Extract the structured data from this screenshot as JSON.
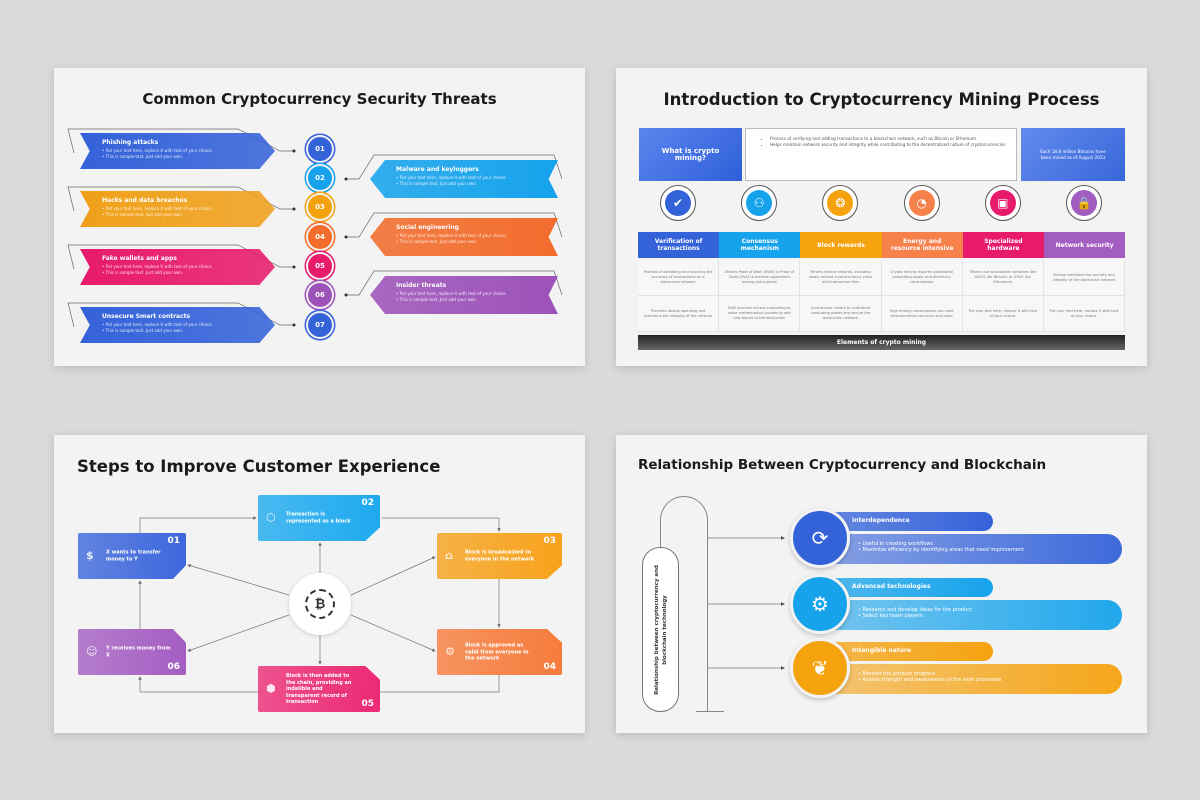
{
  "colors": {
    "blue": "#3462d9",
    "cyan": "#16a3ec",
    "yellow": "#f5a20f",
    "orange": "#f26c2c",
    "pink": "#e81a6c",
    "purple": "#9d52b9",
    "dark": "#3a3a3a"
  },
  "slide1": {
    "title": "Common Cryptocurrency Security Threats",
    "left": [
      {
        "title": "Phishing attacks",
        "bullets": [
          "Put your text here, replace it with text of your choice.",
          "This is sample text. Just add your own."
        ],
        "color": "#3462d9"
      },
      {
        "title": "Hacks and data breaches",
        "bullets": [
          "Put your text here, replace it with text of your choice.",
          "This is sample text. Just add your own."
        ],
        "color": "#f0a01a"
      },
      {
        "title": "Fake wallets and apps",
        "bullets": [
          "Put your text here, replace it with text of your choice.",
          "This is sample text. Just add your own."
        ],
        "color": "#e81a6c"
      },
      {
        "title": "Unsecure Smart contracts",
        "bullets": [
          "Put your text here, replace it with text of your choice.",
          "This is sample text. Just add your own."
        ],
        "color": "#3462d9"
      }
    ],
    "right": [
      {
        "title": "Malware and keyloggers",
        "bullets": [
          "Put your text here, replace it with text of your choice.",
          "This is sample text. Just add your own."
        ],
        "color": "#16a3ec"
      },
      {
        "title": "Social engineering",
        "bullets": [
          "Put your text here, replace it with text of your choice.",
          "This is sample text. Just add your own."
        ],
        "color": "#f26c2c"
      },
      {
        "title": "Insider threats",
        "bullets": [
          "Put your text here, replace it with text of your choice.",
          "This is sample text. Just add your own."
        ],
        "color": "#9d52b9"
      }
    ],
    "numbers": [
      {
        "label": "01",
        "color": "#3462d9"
      },
      {
        "label": "02",
        "color": "#16a3ec"
      },
      {
        "label": "03",
        "color": "#f5a20f"
      },
      {
        "label": "04",
        "color": "#f26c2c"
      },
      {
        "label": "05",
        "color": "#e81a6c"
      },
      {
        "label": "06",
        "color": "#9d52b9"
      },
      {
        "label": "07",
        "color": "#3462d9"
      }
    ]
  },
  "slide2": {
    "title": "Introduction to Cryptocurrency Mining Process",
    "what_label": "What is crypto mining?",
    "definition": [
      "Process of verifying and adding transactions to a blockchain network, such as Bitcoin or Ethereum",
      "Helps maintain network security and integrity while contributing to the decentralized nature of cryptocurrencies"
    ],
    "fact": "Each 18.8 million Bitcoins have been mined as of August 2023",
    "footer": "Elements of crypto mining",
    "columns": [
      {
        "header": "Verification of transactions",
        "icon": "document-check-icon",
        "glyph": "✔",
        "color": "#3462d9",
        "row1": "Process of validating and ensuring the accuracy of transactions on a blockchain network",
        "row2": "Prevents double spending and maintains the integrity of the network"
      },
      {
        "header": "Consensus mechanism",
        "icon": "consensus-people-icon",
        "glyph": "⚇",
        "color": "#16a3ec",
        "row1": "Utilizes Proof of Work (PoW) or Proof of Stake (PoS) to achieve agreement among participants",
        "row2": "PoW involves miners competing to solve mathematical puzzles to add new blocks to the blockchain"
      },
      {
        "header": "Block rewards",
        "icon": "coins-reward-icon",
        "glyph": "❂",
        "color": "#f5a20f",
        "row1": "Miners receive rewards, including newly minted cryptocurrency coins and transaction fees",
        "row2": "Incentivizes miners to contribute computing power and secure the blockchain network"
      },
      {
        "header": "Energy and resource intensive",
        "icon": "gauge-energy-icon",
        "glyph": "◔",
        "color": "#f7814a",
        "row1": "Crypto mining requires substantial computing power and electricity consumption",
        "row2": "High energy consumption can raise environmental concerns and costs"
      },
      {
        "header": "Specialized hardware",
        "icon": "chip-hardware-icon",
        "glyph": "▣",
        "color": "#e81a6c",
        "row1": "Miners use specialized hardware like ASICS (for Bitcoin) or GPUS (for Ethereum)",
        "row2": "Put your text here, replace it with text of your choice."
      },
      {
        "header": "Network security",
        "icon": "lock-security-icon",
        "glyph": "🔒",
        "color": "#a35cc0",
        "row1": "Mining maintains the security and integrity of the blockchain network",
        "row2": "Put your text here, replace it with text of your choice."
      }
    ]
  },
  "slide3": {
    "title": "Steps to Improve Customer Experience",
    "center_icon": "bitcoin-gear-icon",
    "steps": [
      {
        "num": "01",
        "text": "X wants to transfer money to Y",
        "icon": "money-transfer-icon",
        "glyph": "$",
        "color": "#3d67dc"
      },
      {
        "num": "02",
        "text": "Transaction is represented as a block",
        "icon": "blocks-icon",
        "glyph": "⬡",
        "color": "#1eaaf0"
      },
      {
        "num": "03",
        "text": "Block is broadcasted to everyone in the network",
        "icon": "network-broadcast-icon",
        "glyph": "⌂",
        "color": "#f7a21b"
      },
      {
        "num": "04",
        "text": "Block is approved as valid from everyone in the network",
        "icon": "network-approve-icon",
        "glyph": "⚙",
        "color": "#f67c3c"
      },
      {
        "num": "05",
        "text": "Block is then added to the chain, providing an indelible and transparent record of transaction",
        "icon": "block-chain-icon",
        "glyph": "⬢",
        "color": "#ec2a75"
      },
      {
        "num": "06",
        "text": "Y receives money from X",
        "icon": "receive-money-icon",
        "glyph": "☺",
        "color": "#a45ec2"
      }
    ]
  },
  "slide4": {
    "title": "Relationship Between Cryptocurrency and Blockchain",
    "side_label": "Relationship between cryptocurrency and blockchain technology",
    "items": [
      {
        "title": "Interdependence",
        "bullets": [
          "Useful in creating workflows",
          "Maximize efficiency by identifying areas that need improvement"
        ],
        "icon": "people-cycle-icon",
        "glyph": "⟳",
        "color": "#3462d9"
      },
      {
        "title": "Advanced technologies",
        "bullets": [
          "Research and develop ideas for the product",
          "Select key team players"
        ],
        "icon": "gear-circuit-icon",
        "glyph": "⚙",
        "color": "#16a3ec"
      },
      {
        "title": "Intangible nature",
        "bullets": [
          "Monitor the product progress",
          "Assess strength and weaknesses of the work processes"
        ],
        "icon": "leaf-icon",
        "glyph": "❦",
        "color": "#f5a20f"
      }
    ]
  }
}
